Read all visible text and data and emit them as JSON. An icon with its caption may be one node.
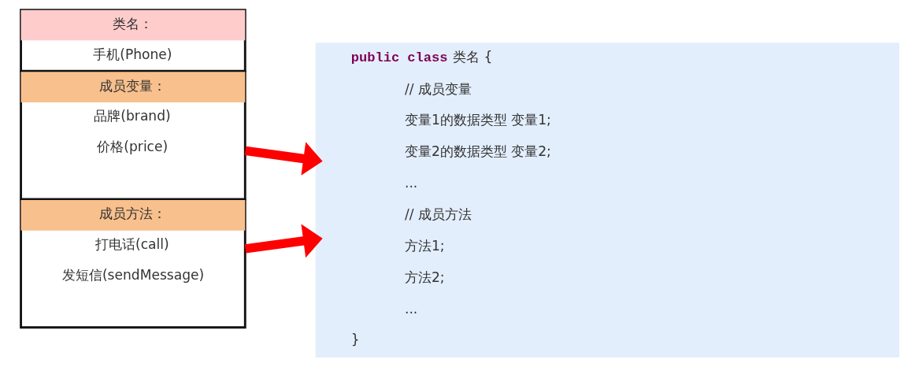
{
  "diagram": {
    "nodes": [
      {
        "text": [
          "类名：",
          "手机(Phone)"
        ]
      },
      {
        "text": [
          "成员变量：",
          "品牌(brand)",
          "价格(price)"
        ]
      },
      {
        "text": [
          "成员方法：",
          "打电话(call)",
          "发短信(sendMessage)"
        ]
      },
      {
        "text": [
          "**public class** 类名 {",
          "// 成员变量",
          "变量1的数据类型 变量1;",
          "变量2的数据类型 变量2;",
          "...",
          "// 成员方法",
          "方法1;",
          "方法2;",
          "...",
          "}"
        ]
      }
    ],
    "edges": [
      {
        "from": 1,
        "to": 3,
        "arrow": "to",
        "color": "#ff0000"
      },
      {
        "from": 2,
        "to": 3,
        "arrow": "to",
        "color": "#ff0000"
      }
    ]
  }
}
